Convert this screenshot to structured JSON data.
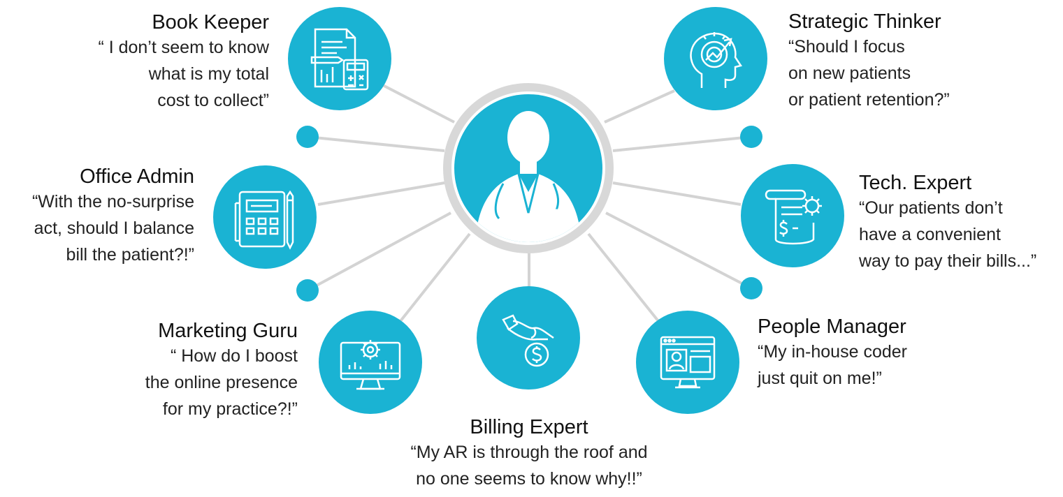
{
  "colors": {
    "accent": "#1ab3d3",
    "ring": "#d8d8d8",
    "connector": "#d3d3d3",
    "text": "#111111"
  },
  "center": {
    "icon": "doctor-icon"
  },
  "roles": [
    {
      "id": "book-keeper",
      "icon": "invoice-calculator-icon",
      "title": "Book Keeper",
      "quote": [
        "“ I don’t seem to know",
        "what is my total",
        "cost to collect”"
      ]
    },
    {
      "id": "office-admin",
      "icon": "office-phone-calculator-icon",
      "title": "Office Admin",
      "quote": [
        "“With the no-surprise",
        "act, should I balance",
        "bill the patient?!”"
      ]
    },
    {
      "id": "marketing-guru",
      "icon": "monitor-gear-chart-icon",
      "title": "Marketing Guru",
      "quote": [
        "“ How do I boost",
        "the online presence",
        "for my practice?!”"
      ]
    },
    {
      "id": "billing-expert",
      "icon": "hand-stethoscope-dollar-icon",
      "title": "Billing Expert",
      "quote": [
        "“My AR is through the roof and",
        "no one seems to know why!!”"
      ]
    },
    {
      "id": "people-manager",
      "icon": "browser-profile-icon",
      "title": "People Manager",
      "quote": [
        "“My in-house coder",
        "just quit on me!”"
      ]
    },
    {
      "id": "tech-expert",
      "icon": "bill-scroll-gear-icon",
      "title": "Tech. Expert",
      "quote": [
        "“Our patients don’t",
        "have a convenient",
        "way to pay their bills...”"
      ]
    },
    {
      "id": "strategic-thinker",
      "icon": "head-target-growth-icon",
      "title": "Strategic Thinker",
      "quote": [
        "“Should I focus",
        "on new patients",
        "or patient retention?”"
      ]
    }
  ]
}
